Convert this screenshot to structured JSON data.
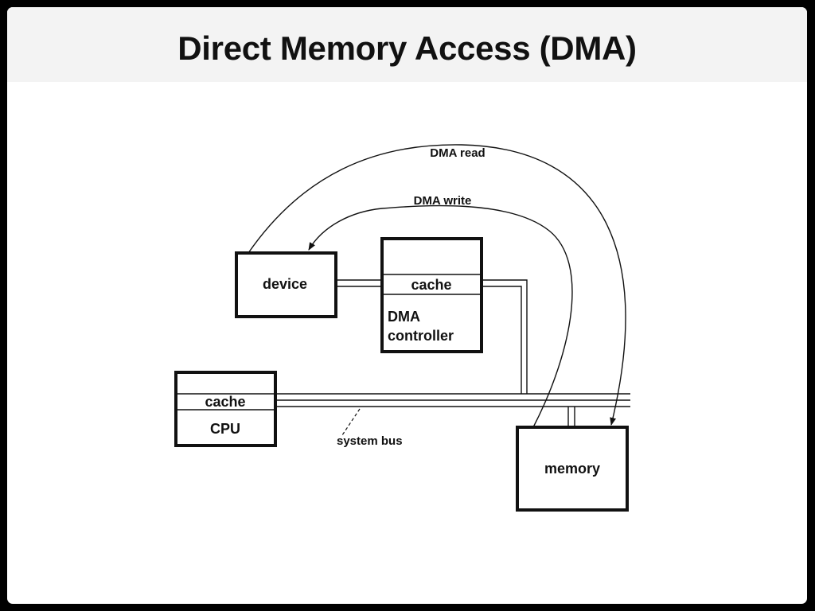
{
  "slide": {
    "title": "Direct Memory Access (DMA)"
  },
  "diagram": {
    "device_label": "device",
    "dma_cache_label": "cache",
    "dma_controller_line1": "DMA",
    "dma_controller_line2": "controller",
    "cpu_cache_label": "cache",
    "cpu_label": "CPU",
    "memory_label": "memory",
    "bus_label": "system bus",
    "dma_read_label": "DMA read",
    "dma_write_label": "DMA write"
  }
}
